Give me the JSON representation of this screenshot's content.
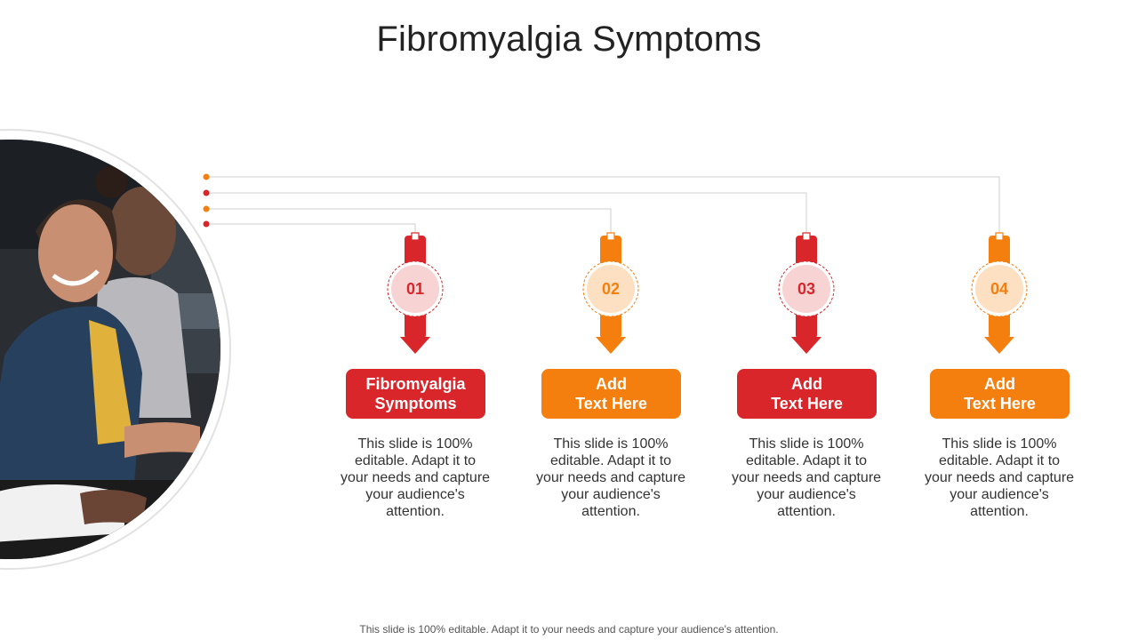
{
  "title": "Fibromyalgia Symptoms",
  "colors": {
    "red": "#d9262b",
    "orange": "#f47f0f",
    "red_tint": "#f8d3d3",
    "orange_tint": "#fde0c2",
    "connector": "#cfcfcf"
  },
  "steps": [
    {
      "number": "01",
      "title": "Fibromyalgia\nSymptoms",
      "description": "This slide is 100% editable. Adapt it to your needs and capture your audience's attention.",
      "color": "red"
    },
    {
      "number": "02",
      "title": "Add\nText Here",
      "description": "This slide is 100% editable. Adapt it to your needs and capture your audience's attention.",
      "color": "orange"
    },
    {
      "number": "03",
      "title": "Add\nText Here",
      "description": "This slide is 100% editable. Adapt it to your needs and capture your audience's attention.",
      "color": "red"
    },
    {
      "number": "04",
      "title": "Add\nText Here",
      "description": "This slide is 100% editable. Adapt it to your needs and capture your audience's attention.",
      "color": "orange"
    }
  ],
  "footer": "This slide is 100% editable. Adapt it to your needs and capture your audience's attention."
}
